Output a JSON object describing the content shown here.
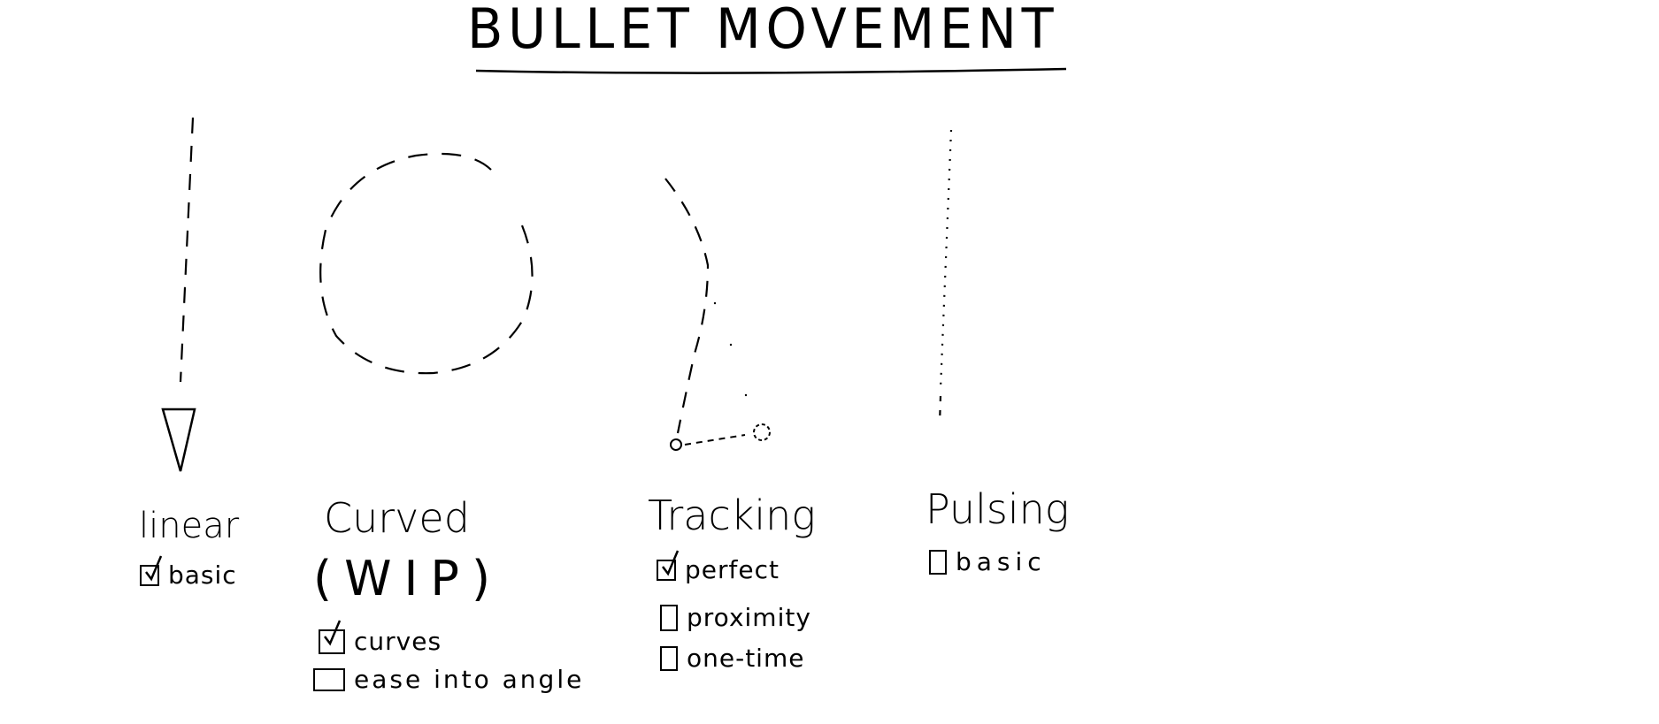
{
  "title": "BULLET MOVEMENT",
  "columns": [
    {
      "name": "linear",
      "options": [
        {
          "label": "basic",
          "checked": true
        }
      ]
    },
    {
      "name": "Curved",
      "subtitle": "(WIP)",
      "options": [
        {
          "label": "curves",
          "checked": true
        },
        {
          "label": "ease into angle",
          "checked": false
        }
      ]
    },
    {
      "name": "Tracking",
      "options": [
        {
          "label": "perfect",
          "checked": true
        },
        {
          "label": "proximity",
          "checked": false
        },
        {
          "label": "one-time",
          "checked": false
        }
      ]
    },
    {
      "name": "Pulsing",
      "options": [
        {
          "label": "basic",
          "checked": false
        }
      ]
    }
  ]
}
